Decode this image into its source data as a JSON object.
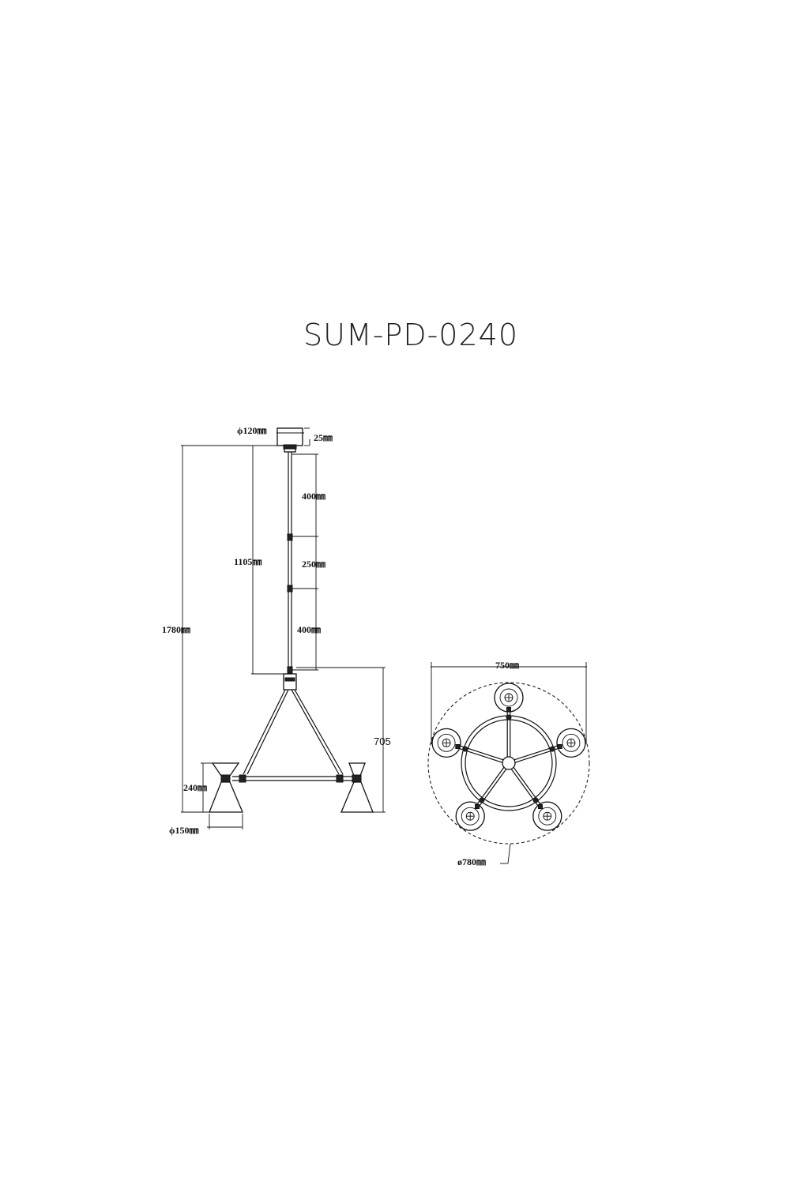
{
  "title": "SUM-PD-0240",
  "side_view": {
    "canopy_diameter": "ϕ120㎜",
    "canopy_height": "25㎜",
    "rod_upper": "400㎜",
    "rod_middle": "250㎜",
    "rod_lower": "400㎜",
    "rod_total": "1105㎜",
    "total_height": "1780㎜",
    "frame_height": "705",
    "shade_height": "240㎜",
    "shade_diameter": "ϕ150㎜"
  },
  "plan_view": {
    "span": "750㎜",
    "outer_diameter": "ø780㎜",
    "arm_count": 5
  }
}
